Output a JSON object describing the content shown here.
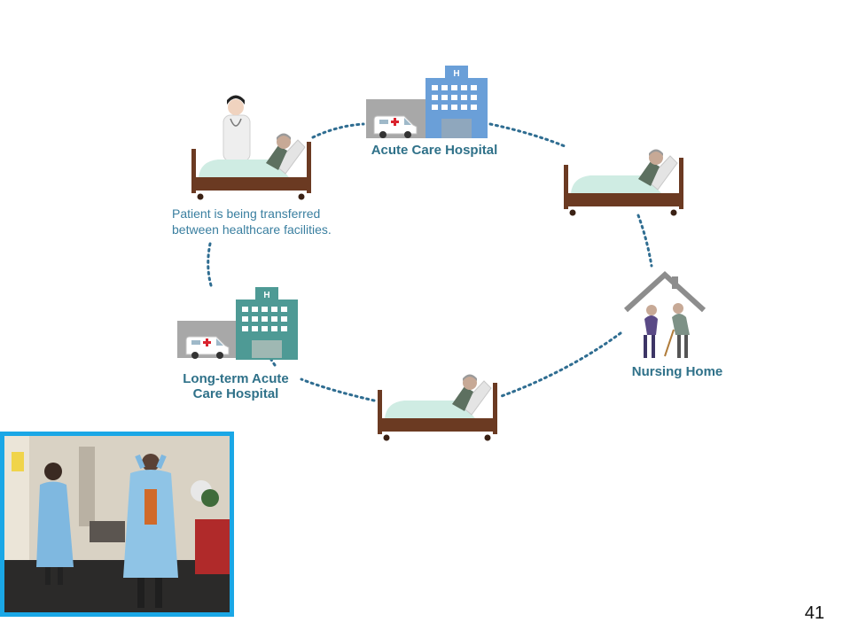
{
  "nodes": {
    "acute_care": {
      "label": "Acute Care Hospital"
    },
    "nursing_home": {
      "label": "Nursing Home"
    },
    "long_term": {
      "label_line1": "Long-term Acute",
      "label_line2": "Care Hospital"
    },
    "transfer_note": {
      "line1": "Patient is being transferred",
      "line2": "between healthcare facilities."
    }
  },
  "hospital_sign": "H",
  "page_number": "41",
  "colors": {
    "acute_hospital": "#6a9fd8",
    "long_term_hospital": "#4e9a95",
    "bed_frame": "#6b3a22",
    "blanket": "#cfece3",
    "label": "#2f7189",
    "dotted_path": "#2f6d91",
    "photo_border": "#1aa7e6"
  },
  "icons": [
    "hospital-icon",
    "ambulance-icon",
    "hospital-bed-icon",
    "doctor-icon",
    "house-icon",
    "elderly-couple-icon"
  ]
}
